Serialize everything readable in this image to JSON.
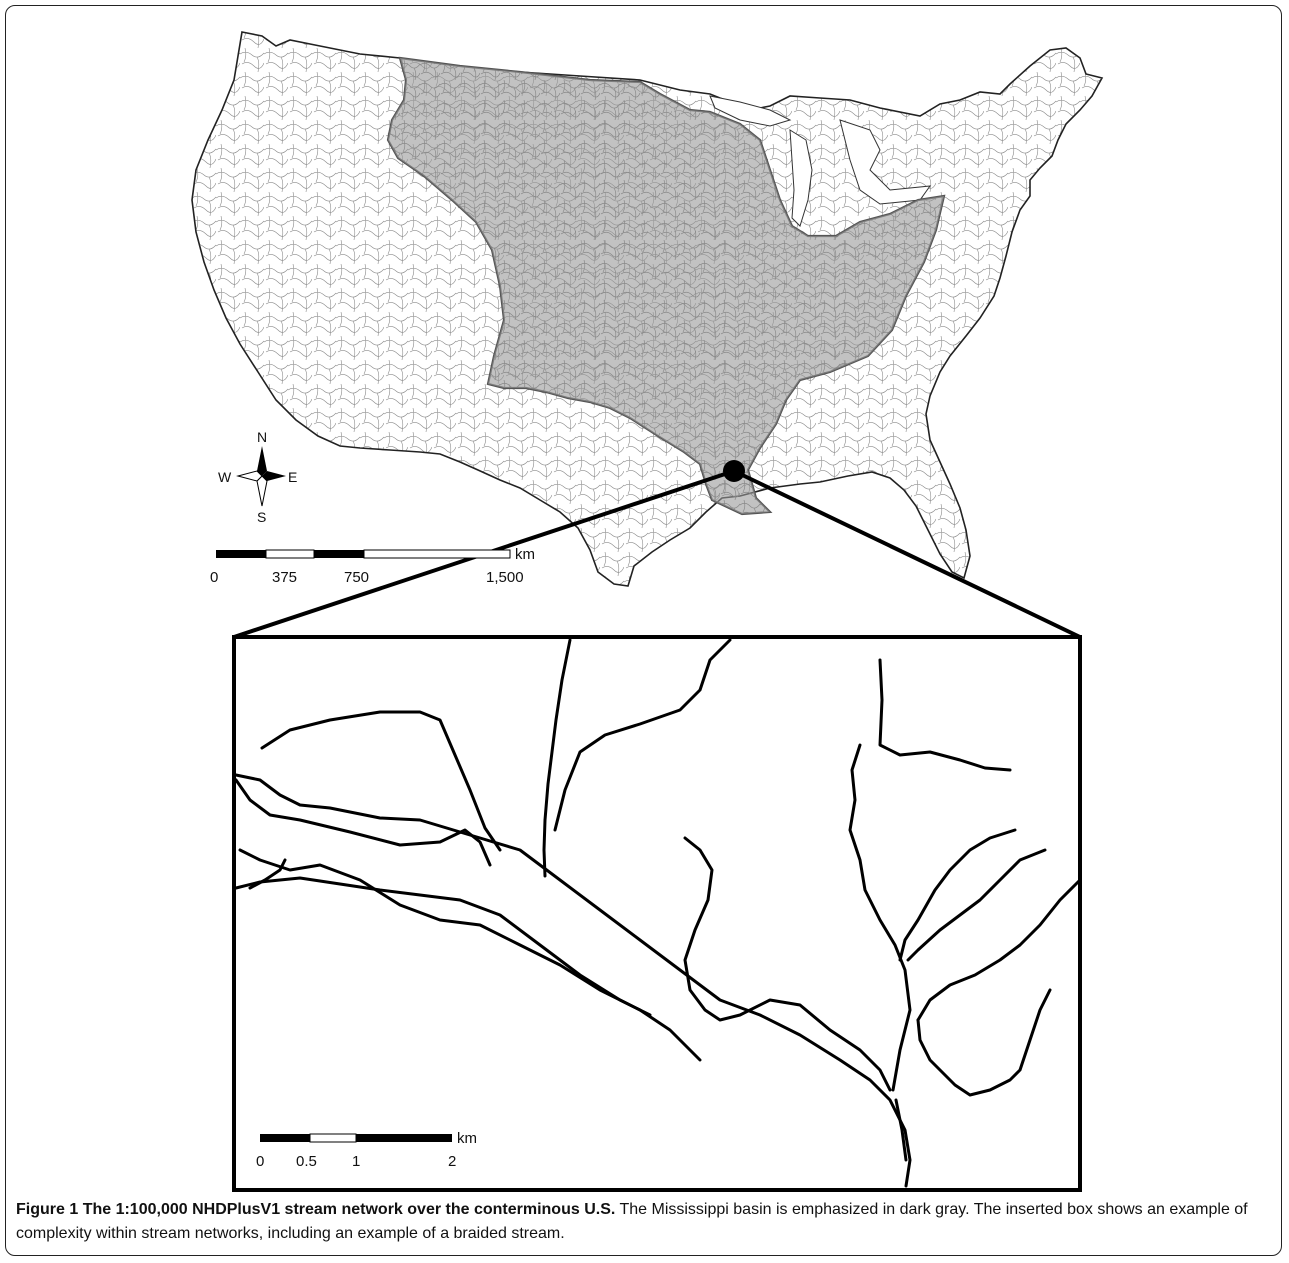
{
  "compass": {
    "north": "N",
    "south": "S",
    "east": "E",
    "west": "W"
  },
  "us_scale": {
    "ticks": [
      "0",
      "375",
      "750",
      "1,500"
    ],
    "unit": "km"
  },
  "inset_scale": {
    "ticks": [
      "0",
      "0.5",
      "1",
      "2"
    ],
    "unit": "km"
  },
  "caption": {
    "label": "Figure 1",
    "title": "The 1:100,000 NHDPlusV1 stream network over the conterminous U.S.",
    "body": "The Mississippi basin is emphasized in dark gray. The inserted box shows an example of complexity within stream networks, including an example of a braided stream."
  },
  "colors": {
    "mississippi_basin": "#9a9a9a",
    "basin_outline": "#555555",
    "stream": "#111111",
    "outline": "#222222"
  }
}
